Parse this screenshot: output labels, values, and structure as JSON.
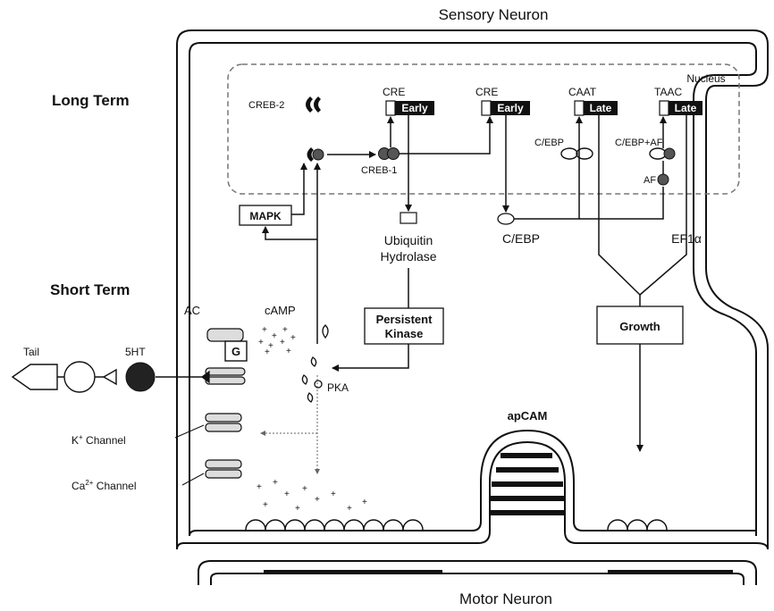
{
  "title": "Sensory Neuron",
  "bottom_title": "Motor Neuron",
  "sections": {
    "long_term": "Long Term",
    "short_term": "Short Term"
  },
  "nucleus_label": "Nucleus",
  "genes": [
    {
      "promoter": "CRE",
      "gene": "Early"
    },
    {
      "promoter": "CRE",
      "gene": "Early"
    },
    {
      "promoter": "CAAT",
      "gene": "Late"
    },
    {
      "promoter": "TAAC",
      "gene": "Late"
    }
  ],
  "nuclear_labels": {
    "creb2": "CREB-2",
    "creb1": "CREB-1",
    "cebp_nuc": "C/EBP",
    "cebp_af": "C/EBP+AF",
    "af": "AF"
  },
  "cyto_labels": {
    "mapk": "MAPK",
    "ubiquitin_1": "Ubiquitin",
    "ubiquitin_2": "Hydrolase",
    "cebp": "C/EBP",
    "ef1a": "EF1α",
    "persistent_1": "Persistent",
    "persistent_2": "Kinase",
    "growth": "Growth",
    "camp": "cAMP",
    "pka": "PKA",
    "ac": "AC",
    "g": "G",
    "k_channel_main": "K",
    "k_channel_sup": "+",
    "k_channel_rest": " Channel",
    "ca_channel_main": "Ca",
    "ca_channel_sup": "2+",
    "ca_channel_rest": " Channel",
    "apcam": "apCAM"
  },
  "external_labels": {
    "tail": "Tail",
    "serotonin": "5HT"
  }
}
